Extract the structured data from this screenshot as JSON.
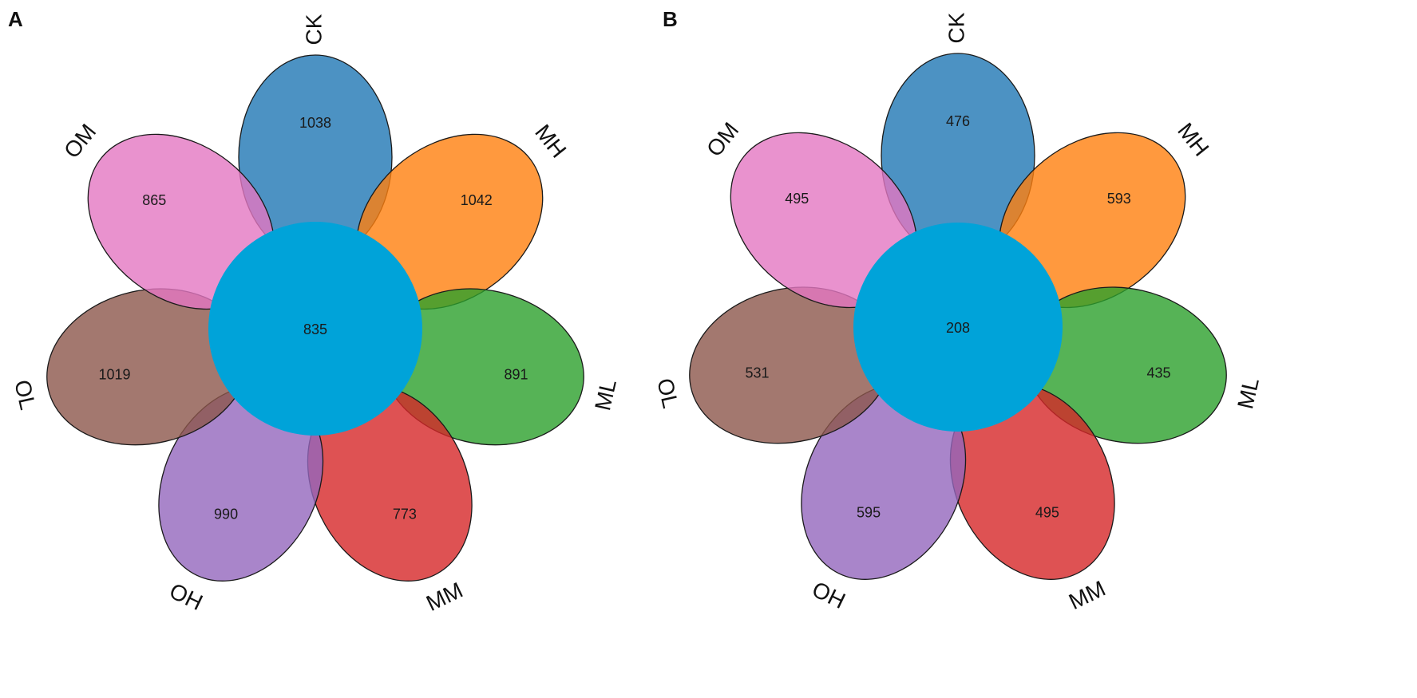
{
  "panels": [
    {
      "letter": "A",
      "core": 835,
      "petals": [
        {
          "set": "CK",
          "unique": 1038,
          "color": "#1f77b4"
        },
        {
          "set": "MH",
          "unique": 1042,
          "color": "#ff7f0e"
        },
        {
          "set": "ML",
          "unique": 891,
          "color": "#2ca02c"
        },
        {
          "set": "MM",
          "unique": 773,
          "color": "#d62728"
        },
        {
          "set": "OH",
          "unique": 990,
          "color": "#9467bd"
        },
        {
          "set": "OL",
          "unique": 1019,
          "color": "#8c564b"
        },
        {
          "set": "OM",
          "unique": 865,
          "color": "#e377c2"
        }
      ]
    },
    {
      "letter": "B",
      "core": 208,
      "petals": [
        {
          "set": "CK",
          "unique": 476,
          "color": "#1f77b4"
        },
        {
          "set": "MH",
          "unique": 593,
          "color": "#ff7f0e"
        },
        {
          "set": "ML",
          "unique": 435,
          "color": "#2ca02c"
        },
        {
          "set": "MM",
          "unique": 495,
          "color": "#d62728"
        },
        {
          "set": "OH",
          "unique": 595,
          "color": "#9467bd"
        },
        {
          "set": "OL",
          "unique": 531,
          "color": "#8c564b"
        },
        {
          "set": "OM",
          "unique": 495,
          "color": "#e377c2"
        }
      ]
    }
  ],
  "core_color": "#00a3d9"
}
